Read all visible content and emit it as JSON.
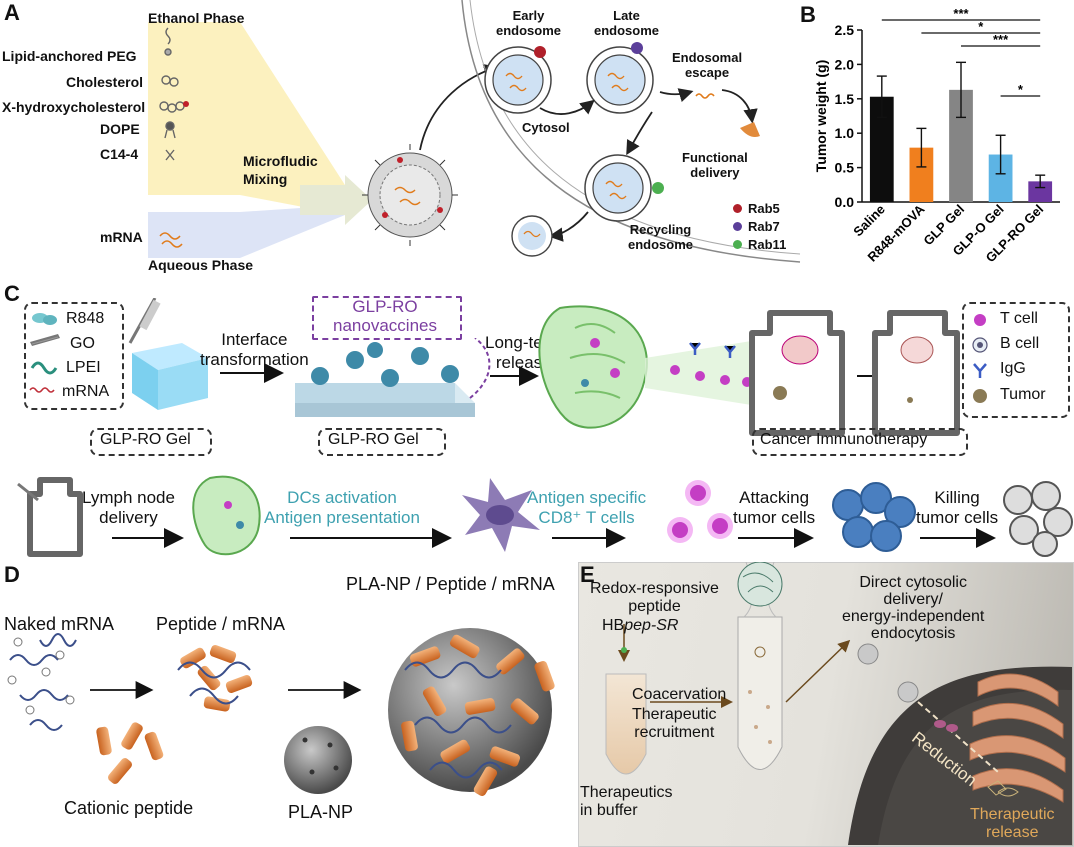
{
  "panel_a": {
    "label": "A",
    "ethanol_phase": "Ethanol Phase",
    "lipids": [
      "Lipid-anchored PEG",
      "Cholesterol",
      "X-hydroxycholesterol",
      "DOPE",
      "C14-4"
    ],
    "mrna": "mRNA",
    "aqueous_phase": "Aqueous Phase",
    "mixing": "Microfludic\nMixing",
    "early_endosome": "Early\nendosome",
    "late_endosome": "Late\nendosome",
    "cytosol": "Cytosol",
    "endosomal_escape": "Endosomal\nescape",
    "functional_delivery": "Functional\ndelivery",
    "recycling_endosome": "Recycling\nendosome",
    "legend": [
      {
        "name": "Rab5",
        "color": "#b0202a"
      },
      {
        "name": "Rab7",
        "color": "#5b3f9a"
      },
      {
        "name": "Rab11",
        "color": "#4caf50"
      }
    ]
  },
  "panel_b": {
    "label": "B",
    "significance": [
      "***",
      "*",
      "***",
      "*"
    ]
  },
  "chart_data": {
    "type": "bar",
    "title": "",
    "xlabel": "",
    "ylabel": "Tumor weight (g)",
    "ylim": [
      0,
      2.5
    ],
    "yticks": [
      "0.0",
      "0.5",
      "1.0",
      "1.5",
      "2.0",
      "2.5"
    ],
    "categories": [
      "Saline",
      "R848-mOVA",
      "GLP Gel",
      "GLP-O Gel",
      "GLP-RO Gel"
    ],
    "values": [
      1.53,
      0.79,
      1.63,
      0.69,
      0.3
    ],
    "errors": [
      0.3,
      0.28,
      0.4,
      0.28,
      0.09
    ],
    "colors": [
      "#0d0d0d",
      "#f07f1e",
      "#858585",
      "#5db4e4",
      "#6b36a0"
    ]
  },
  "panel_c": {
    "label": "C",
    "components": [
      "R848",
      "GO",
      "LPEI",
      "mRNA"
    ],
    "interface_transformation": "Interface\ntransformation",
    "nanovaccines": "GLP-RO\nnanovaccines",
    "gel_label_1": "GLP-RO Gel",
    "gel_label_2": "GLP-RO Gel",
    "long_term_release": "Long-term\nrelease",
    "cancer_immunotherapy": "Cancer Immunotherapy",
    "legend": [
      "T cell",
      "B cell",
      "IgG",
      "Tumor"
    ],
    "flow": [
      "Lymph node\ndelivery",
      "DCs activation\nAntigen presentation",
      "Antigen specific\nCD8⁺ T cells",
      "Attacking\ntumor cells",
      "Killing\ntumor cells"
    ]
  },
  "panel_d": {
    "label": "D",
    "naked_mrna": "Naked mRNA",
    "peptide_mrna": "Peptide / mRNA",
    "complex": "PLA-NP / Peptide / mRNA",
    "cationic_peptide": "Cationic peptide",
    "pla_np": "PLA-NP"
  },
  "panel_e": {
    "label": "E",
    "peptide": "Redox-responsive\npeptide",
    "hbpep_prefix": "HB",
    "hbpep_italic": "pep-SR",
    "coacervation": "Coacervation",
    "recruitment": "Therapeutic\nrecruitment",
    "in_buffer": "Therapeutics\nin buffer",
    "direct": "Direct cytosolic\ndelivery/\nenergy-independent\nendocytosis",
    "reduction": "Reduction",
    "release": "Therapeutic\nrelease"
  }
}
